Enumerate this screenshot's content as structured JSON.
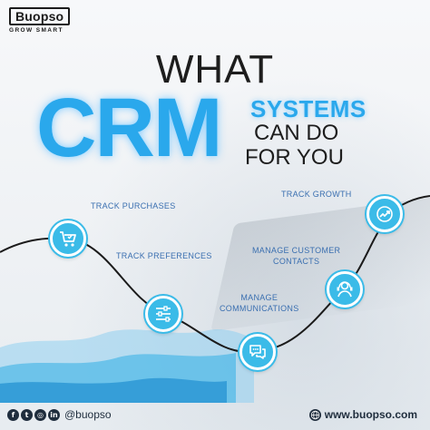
{
  "brand": {
    "name": "Buopso",
    "tagline": "GROW SMART"
  },
  "headline": {
    "line1": "WHAT",
    "big": "CRM",
    "systems": "SYSTEMS",
    "can_do": "CAN DO",
    "for_you": "FOR YOU"
  },
  "steps": [
    {
      "label": "TRACK PURCHASES",
      "icon": "shopping-cart-icon"
    },
    {
      "label": "TRACK PREFERENCES",
      "icon": "sliders-icon"
    },
    {
      "label": "MANAGE COMMUNICATIONS",
      "icon": "chat-bubbles-icon"
    },
    {
      "label": "MANAGE CUSTOMER CONTACTS",
      "icon": "contact-support-icon"
    },
    {
      "label": "TRACK GROWTH",
      "icon": "growth-chart-icon"
    }
  ],
  "labels": {
    "track_purchases": "TRACK PURCHASES",
    "track_preferences": "TRACK PREFERENCES",
    "manage_comm_1": "MANAGE",
    "manage_comm_2": "COMMUNICATIONS",
    "manage_cust_1": "MANAGE CUSTOMER",
    "manage_cust_2": "CONTACTS",
    "track_growth": "TRACK GROWTH"
  },
  "footer": {
    "social_icons": [
      "facebook-icon",
      "twitter-icon",
      "instagram-icon",
      "linkedin-icon"
    ],
    "handle": "@buopso",
    "website": "www.buopso.com"
  },
  "colors": {
    "accent": "#2aa8ec",
    "node": "#3bbbe8",
    "dark": "#1d1d1d",
    "label": "#3a6fb0"
  }
}
